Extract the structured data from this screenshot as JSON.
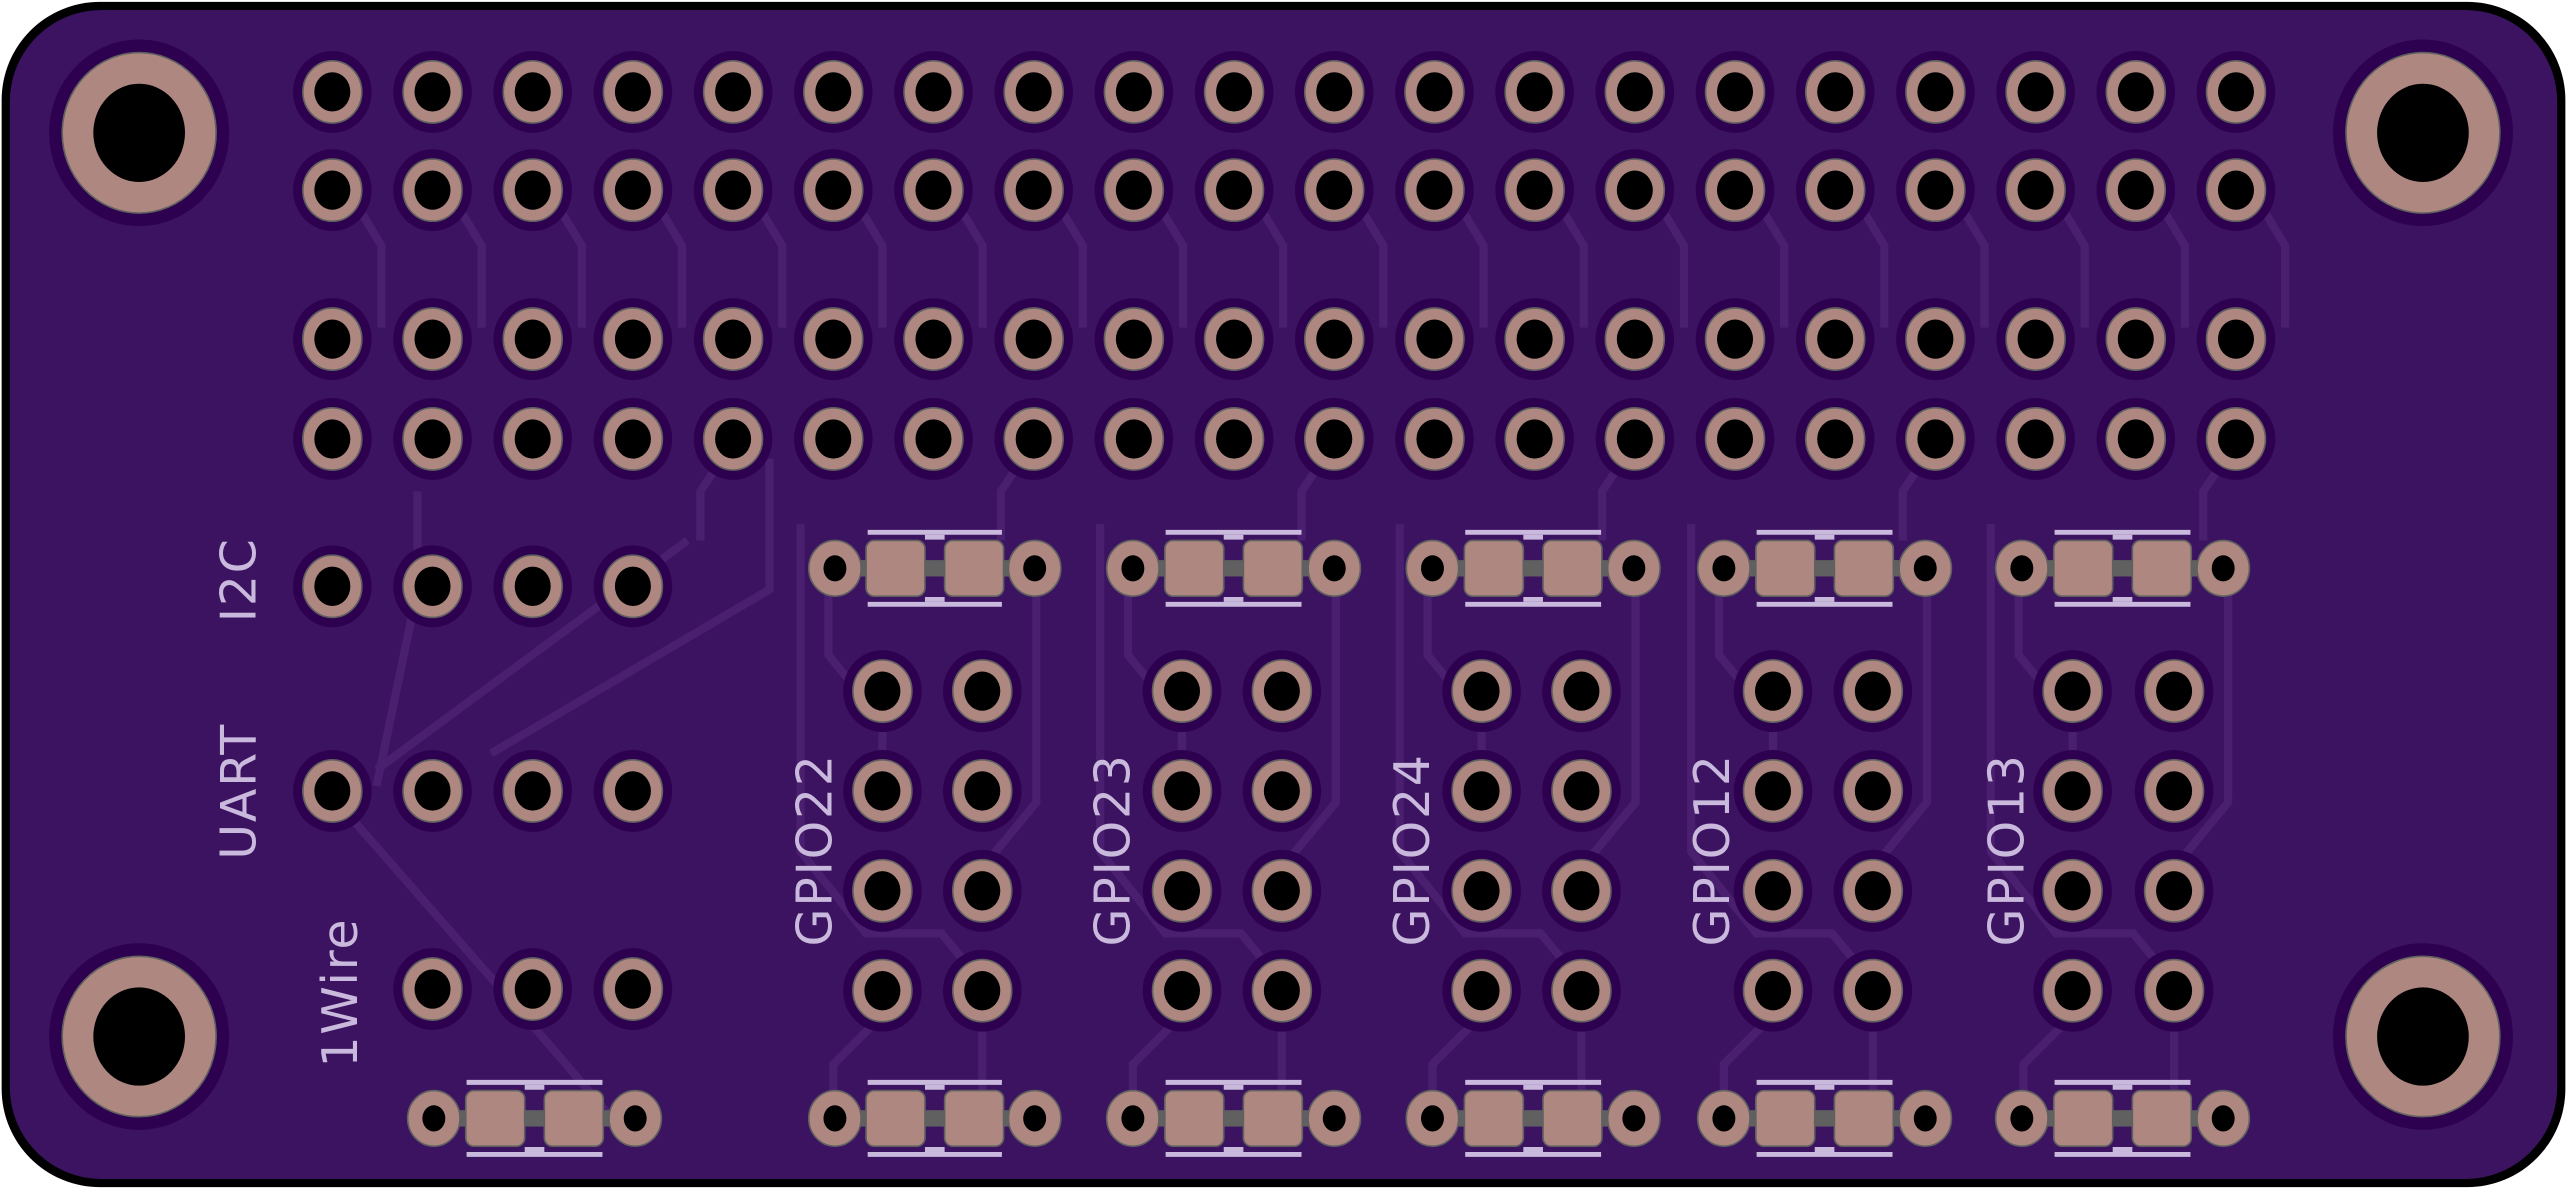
{
  "board": {
    "colors": {
      "board": "#3c1360",
      "clearance": "#2e0050",
      "copper": "#ae8880",
      "copper_edge": "#606060",
      "hole": "#000000",
      "silk": "#c9b9dc"
    },
    "labels": {
      "i2c": "I2C",
      "uart": "UART",
      "onewire": "1Wire",
      "gpio": [
        "GPIO22",
        "GPIO23",
        "GPIO24",
        "GPIO12",
        "GPIO13"
      ]
    }
  }
}
